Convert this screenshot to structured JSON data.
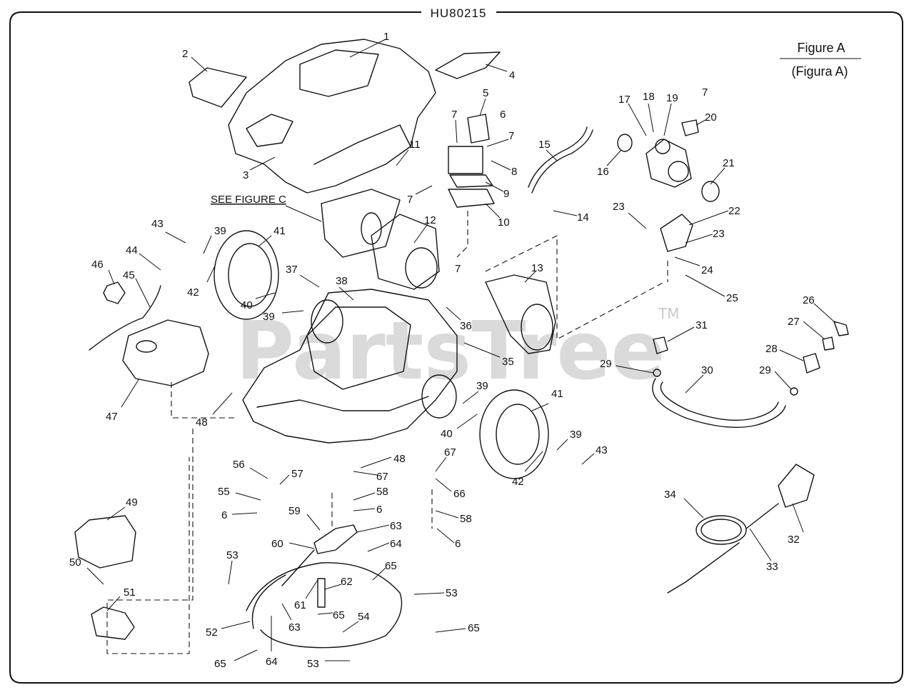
{
  "diagram": {
    "code": "HU80215",
    "figure_label": "Figure A",
    "figure_label_alt": "(Figura A)",
    "see_figure_note": "SEE FIGURE C",
    "watermark": "PartsTree",
    "watermark_tm": "TM"
  },
  "callouts": [
    "1",
    "2",
    "3",
    "4",
    "5",
    "6",
    "7",
    "7",
    "7",
    "7",
    "7",
    "8",
    "9",
    "10",
    "11",
    "12",
    "13",
    "14",
    "15",
    "16",
    "17",
    "18",
    "19",
    "20",
    "21",
    "22",
    "23",
    "23",
    "24",
    "25",
    "26",
    "27",
    "28",
    "29",
    "29",
    "30",
    "31",
    "32",
    "33",
    "34",
    "35",
    "36",
    "37",
    "38",
    "39",
    "39",
    "39",
    "39",
    "40",
    "40",
    "41",
    "41",
    "42",
    "42",
    "43",
    "43",
    "44",
    "45",
    "46",
    "47",
    "48",
    "48",
    "49",
    "50",
    "51",
    "52",
    "53",
    "53",
    "53",
    "54",
    "55",
    "56",
    "57",
    "58",
    "58",
    "59",
    "60",
    "61",
    "62",
    "63",
    "63",
    "64",
    "64",
    "65",
    "65",
    "65",
    "65",
    "66",
    "67",
    "67",
    "6",
    "6",
    "6"
  ]
}
